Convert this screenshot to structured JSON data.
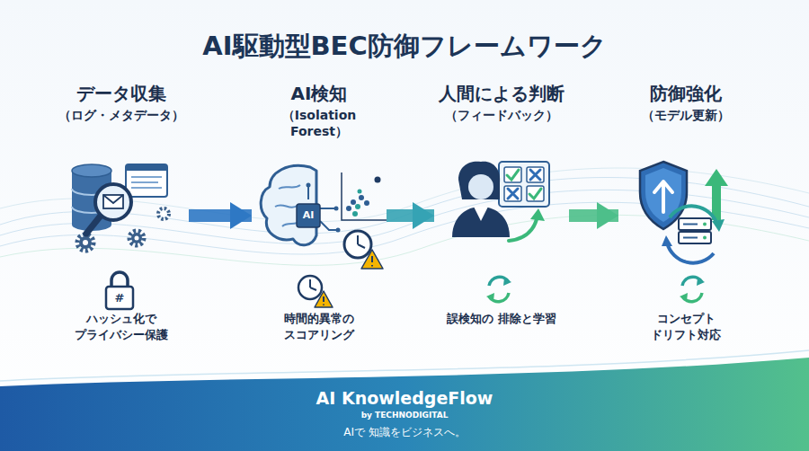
{
  "diagram": {
    "title": "AI駆動型BEC防御フレームワーク",
    "nodes": [
      {
        "text": [
          "データ収集",
          "（ログ・メタデータ）",
          "ハッシュ化で プライバシー保護"
        ]
      },
      {
        "text": [
          "AI検知",
          "（Isolation Forest）",
          "時間的異常の スコアリング"
        ]
      },
      {
        "text": [
          "人間による判断",
          "（フィードバック）",
          "誤検知の 排除と学習"
        ]
      },
      {
        "text": [
          "防御強化",
          "（モデル更新）",
          "コンセプト ドリフト対応"
        ]
      }
    ],
    "edges": [
      {
        "from": 0,
        "to": 1,
        "arrow": "to"
      },
      {
        "from": 1,
        "to": 2,
        "arrow": "to"
      },
      {
        "from": 2,
        "to": 3,
        "arrow": "to"
      }
    ],
    "labels": [
      "AI KnowledgeFlow",
      "by TECHNODIGITAL",
      "AIで 知識をビジネスへ。",
      "AI",
      "#"
    ]
  }
}
